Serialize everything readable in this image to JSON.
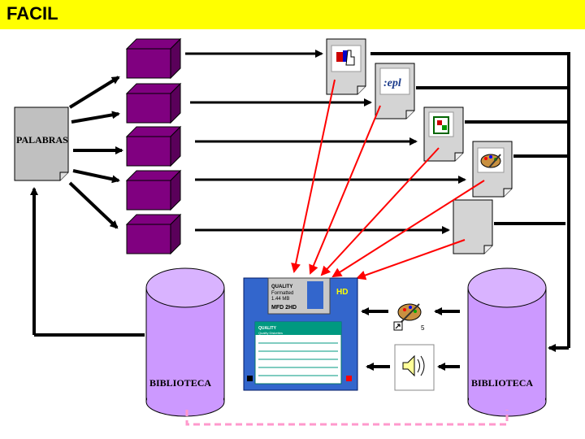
{
  "title": "FACIL",
  "words_doc": {
    "label": "PALABRAS",
    "icon": "document-icon"
  },
  "library_left": {
    "label": "BIBLIOTECA",
    "icon": "database-cylinder-icon"
  },
  "library_right": {
    "label": "BIBLIOTECA",
    "icon": "database-cylinder-icon"
  },
  "documents": [
    {
      "icon": "hand-pointer-icon"
    },
    {
      "icon": "epl-logo-icon",
      "text": ":epl"
    },
    {
      "icon": "recycle-document-icon"
    },
    {
      "icon": "paint-palette-icon"
    },
    {
      "icon": "blank-document-icon"
    }
  ],
  "floppy": {
    "icon": "floppy-disk-icon",
    "label_line1": "QUALITY",
    "label_line2": "Formatted",
    "label_line3": "1.44 MB",
    "label_line4": "MFD 2HD",
    "hd": "HD",
    "sticker_title": "QUALITY",
    "sticker_sub": "Quality Diskettes"
  },
  "shortcut_icon": {
    "icon": "paint-shortcut-icon",
    "badge": "5"
  },
  "sound_icon": {
    "icon": "speaker-sound-icon"
  },
  "colors": {
    "title_bg": "#ffff00",
    "cube": "#800080",
    "cylinder": "#cc99ff",
    "arrow": "#000000",
    "red_arrow": "#ff0000",
    "dashed_link": "#ff99cc",
    "floppy_blue": "#3366cc"
  }
}
